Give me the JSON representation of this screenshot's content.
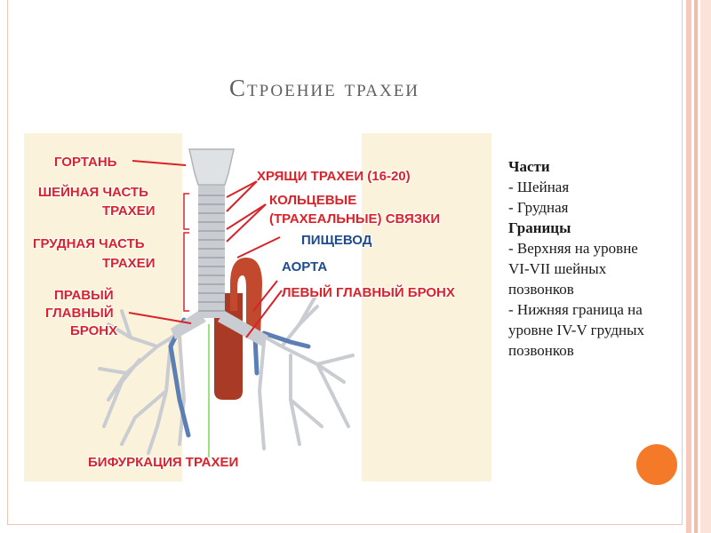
{
  "slide": {
    "title": "Строение трахеи"
  },
  "figure": {
    "labels": {
      "larynx": "ГОРТАНЬ",
      "cartilages": "ХРЯЩИ ТРАХЕИ (16-20)",
      "cervical_1": "ШЕЙНАЯ ЧАСТЬ",
      "cervical_2": "ТРАХЕИ",
      "ring_ligaments_1": "КОЛЬЦЕВЫЕ",
      "ring_ligaments_2": "(ТРАХЕАЛЬНЫЕ) СВЯЗКИ",
      "esophagus": "ПИЩЕВОД",
      "thoracic_1": "ГРУДНАЯ ЧАСТЬ",
      "thoracic_2": "ТРАХЕИ",
      "aorta": "АОРТА",
      "left_bronchus": "ЛЕВЫЙ ГЛАВНЫЙ БРОНХ",
      "right_bronchus_1": "ПРАВЫЙ",
      "right_bronchus_2": "ГЛАВНЫЙ",
      "right_bronchus_3": "БРОНХ",
      "bifurcation": "БИФУРКАЦИЯ ТРАХЕИ"
    },
    "colors": {
      "label_red": "#d8232a",
      "label_blue": "#1f4b8f",
      "trachea": "#c9ccd0",
      "aorta": "#b8442c",
      "vessels_blue": "#5b7fb5",
      "bifurcation_line": "#7ed957"
    }
  },
  "notes": {
    "parts_heading": "Части",
    "parts": [
      "- Шейная",
      "- Грудная"
    ],
    "borders_heading": "Границы",
    "borders": [
      "-  Верхняя на уровне VI-VII шейных позвонков",
      "-  Нижняя граница на уровне IV-V грудных позвонков"
    ]
  }
}
